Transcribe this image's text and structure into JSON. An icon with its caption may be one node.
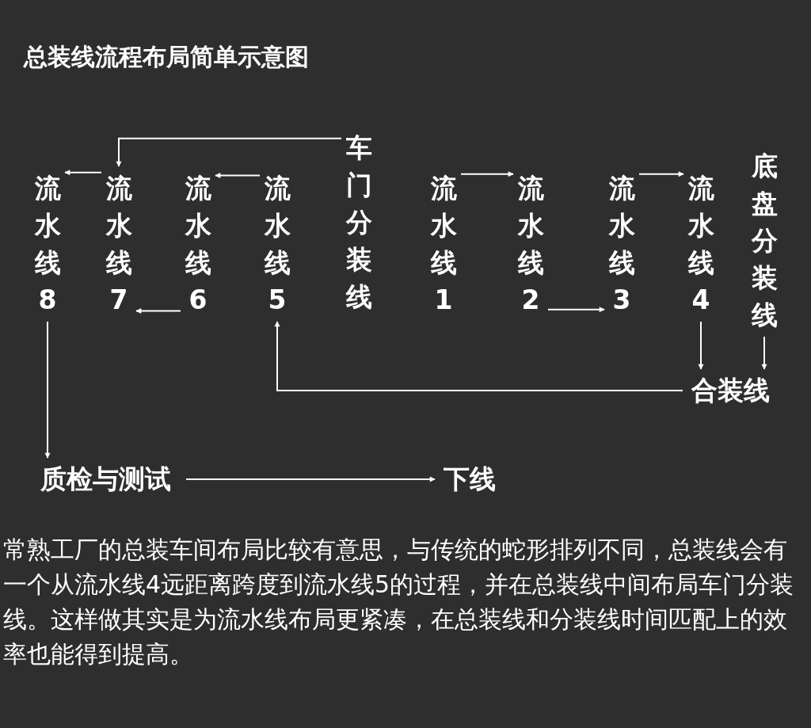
{
  "diagram": {
    "title": "总装线流程布局简单示意图",
    "nodes": [
      {
        "text": [
          "流水线8"
        ]
      },
      {
        "text": [
          "流水线7"
        ]
      },
      {
        "text": [
          "流水线6"
        ]
      },
      {
        "text": [
          "流水线5"
        ]
      },
      {
        "text": [
          "车门分装线"
        ]
      },
      {
        "text": [
          "流水线1"
        ]
      },
      {
        "text": [
          "流水线2"
        ]
      },
      {
        "text": [
          "流水线3"
        ]
      },
      {
        "text": [
          "流水线4"
        ]
      },
      {
        "text": [
          "底盘分装线"
        ]
      },
      {
        "text": [
          "合装线"
        ]
      },
      {
        "text": [
          "质检与测试"
        ]
      },
      {
        "text": [
          "下线"
        ]
      }
    ],
    "edges": [
      {
        "from": 4,
        "to": 1,
        "arrow": "to"
      },
      {
        "from": 3,
        "to": 2,
        "arrow": "to"
      },
      {
        "from": 1,
        "to": 0,
        "arrow": "to"
      },
      {
        "from": 2,
        "to": 1,
        "arrow": "to"
      },
      {
        "from": 5,
        "to": 6,
        "arrow": "to"
      },
      {
        "from": 6,
        "to": 7,
        "arrow": "to"
      },
      {
        "from": 7,
        "to": 8,
        "arrow": "to"
      },
      {
        "from": 8,
        "to": 10,
        "arrow": "to"
      },
      {
        "from": 9,
        "to": 10,
        "arrow": "to"
      },
      {
        "from": 10,
        "to": 3,
        "arrow": "to"
      },
      {
        "from": 0,
        "to": 11,
        "arrow": "to"
      },
      {
        "from": 11,
        "to": 12,
        "arrow": "to"
      }
    ],
    "caption": "常熟工厂的总装车间布局比较有意思，与传统的蛇形排列不同，总装线会有一个从流水线4远距离跨度到流水线5的过程，并在总装线中间布局车门分装线。这样做其实是为流水线布局更紧凑，在总装线和分装线时间匹配上的效率也能得到提高。"
  }
}
